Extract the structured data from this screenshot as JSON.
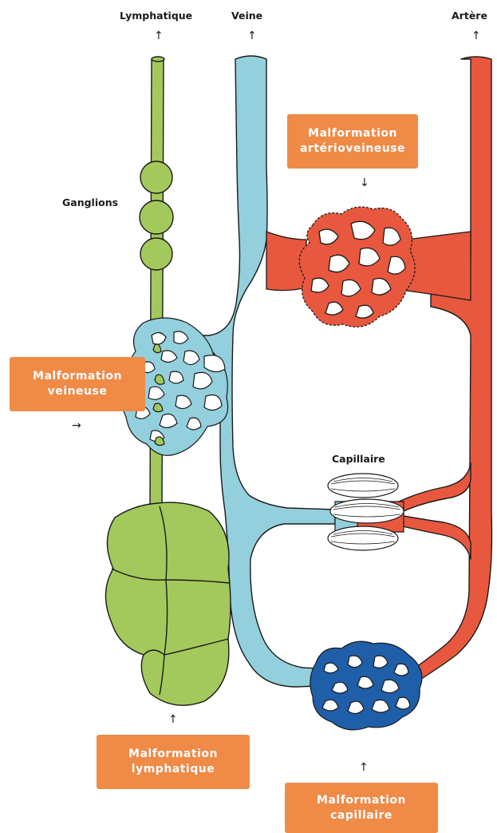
{
  "vessel_labels": {
    "lymphatique": "Lymphatique",
    "veine": "Veine",
    "artere": "Artère"
  },
  "labels": {
    "ganglions": "Ganglions",
    "capillaire": "Capillaire"
  },
  "callouts": {
    "av": {
      "line1": "Malformation",
      "line2": "artérioveineuse"
    },
    "veineuse": {
      "line1": "Malformation",
      "line2": "veineuse"
    },
    "lymphatique": {
      "line1": "Malformation",
      "line2": "lymphatique"
    },
    "capillaire": {
      "line1": "Malformation",
      "line2": "capillaire"
    }
  },
  "arrows": {
    "up": "↑",
    "down": "↓",
    "right": "→"
  },
  "colors": {
    "lymph_green": "#a3c95c",
    "vein_blue": "#93cfdc",
    "artery_red": "#e8583e",
    "capillary_dark_blue": "#1f5ea8",
    "callout_orange": "#ef8a47"
  }
}
